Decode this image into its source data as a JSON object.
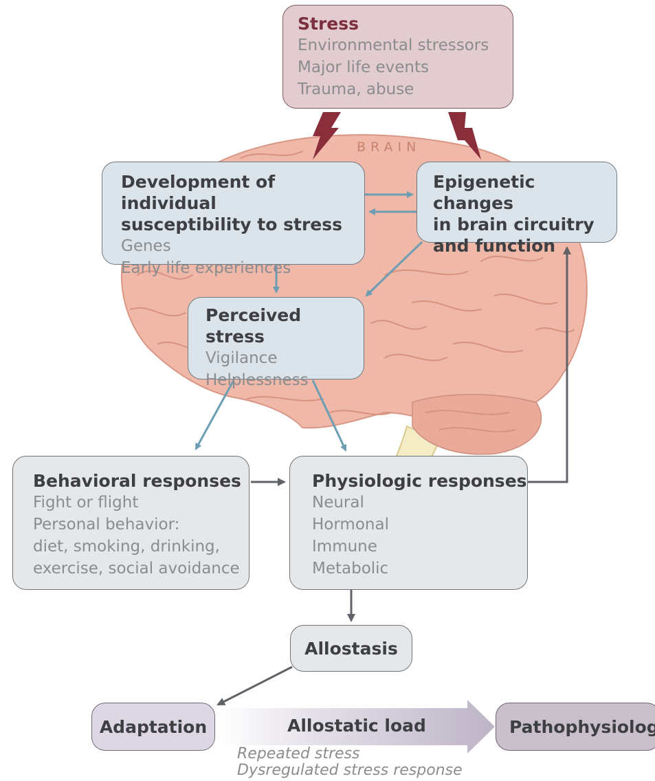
{
  "brain_label": "BRAIN",
  "stress": {
    "title": "Stress",
    "items": [
      "Environmental stressors",
      "Major life events",
      "Trauma, abuse"
    ]
  },
  "susceptibility": {
    "title_lines": [
      "Development of individual",
      "susceptibility to stress"
    ],
    "items": [
      "Genes",
      "Early life experiences"
    ]
  },
  "epigenetic": {
    "title_lines": [
      "Epigenetic changes",
      "in brain circuitry",
      "and function"
    ]
  },
  "perceived": {
    "title": "Perceived stress",
    "items": [
      "Vigilance",
      "Helplessness"
    ]
  },
  "behavioral": {
    "title": "Behavioral responses",
    "items": [
      "Fight or flight",
      "Personal behavior:",
      "diet, smoking, drinking,",
      "exercise, social avoidance"
    ]
  },
  "physiologic": {
    "title": "Physiologic responses",
    "items": [
      "Neural",
      "Hormonal",
      "Immune",
      "Metabolic"
    ]
  },
  "allostasis": {
    "title": "Allostasis"
  },
  "adaptation": {
    "title": "Adaptation"
  },
  "allostatic_load": {
    "title": "Allostatic load",
    "items": [
      "Repeated stress",
      "Dysregulated stress response"
    ]
  },
  "pathophysiology": {
    "title": "Pathophysiology"
  },
  "colors": {
    "blue_arrow": "#6c9db2",
    "gray_arrow": "#5f6266",
    "lightning": "#8a2e3c",
    "brain": "#efb8a8",
    "stress_title": "#7b2f3e"
  }
}
